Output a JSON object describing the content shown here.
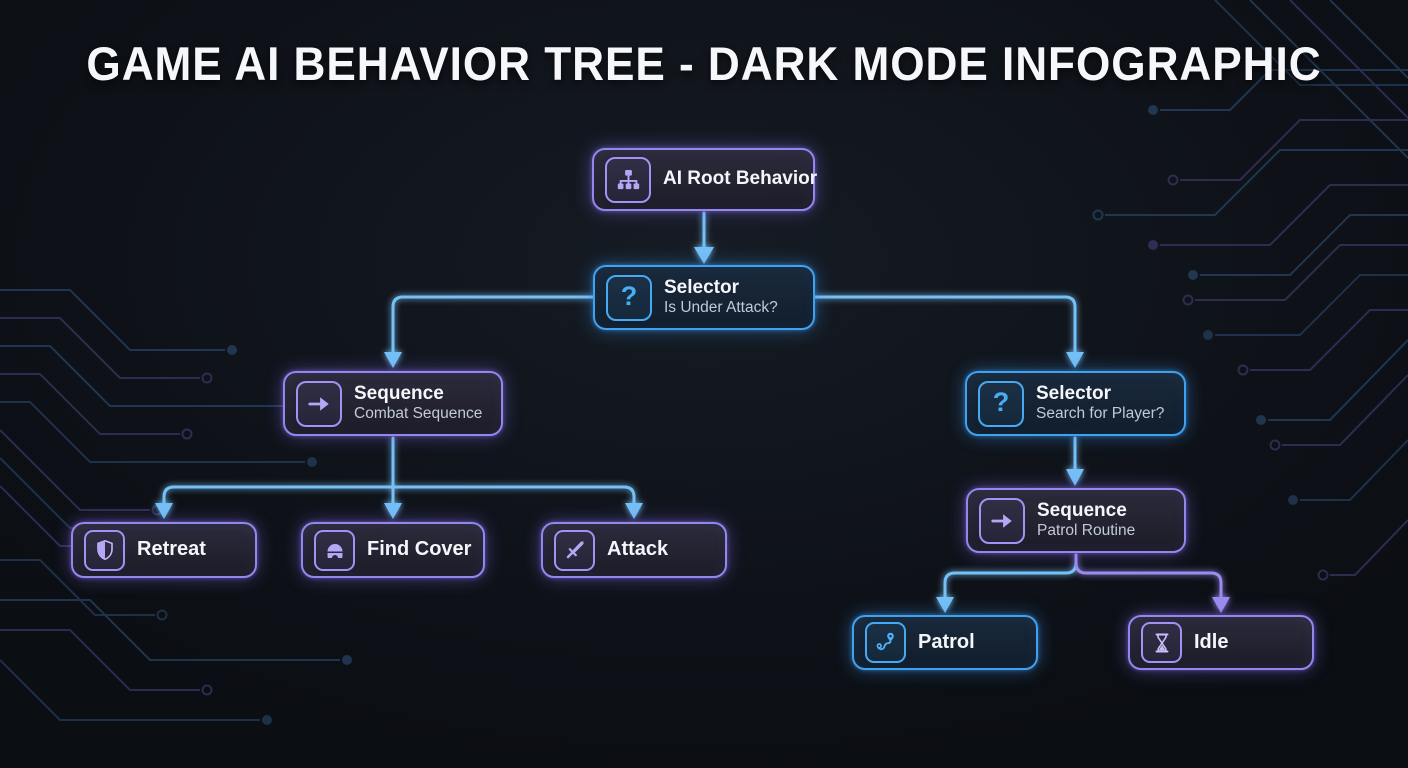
{
  "title": "GAME AI BEHAVIOR TREE - DARK MODE INFOGRAPHIC",
  "colors": {
    "background": "#10141b",
    "node_purple_border": "#9486ec",
    "node_blue_border": "#3fa2ef",
    "icon_purple": "#b4a7f6",
    "icon_blue": "#4fb0f5",
    "connector_blue": "#74c0f6",
    "connector_purple": "#9b8cf0",
    "title_text": "#f5f7fa",
    "subtitle_text": "#c2cad8"
  },
  "glyphs": {
    "question": "?"
  },
  "nodes": [
    {
      "id": "ai-root",
      "icon": "hierarchy-icon",
      "theme": "purple",
      "title": "AI Root Behavior",
      "subtitle": ""
    },
    {
      "id": "selector-under-attack",
      "icon": "question-icon",
      "theme": "blue",
      "title": "Selector",
      "subtitle": "Is Under Attack?"
    },
    {
      "id": "sequence-combat",
      "icon": "arrow-right-icon",
      "theme": "purple",
      "title": "Sequence",
      "subtitle": "Combat Sequence"
    },
    {
      "id": "selector-search-player",
      "icon": "question-icon",
      "theme": "blue",
      "title": "Selector",
      "subtitle": "Search for Player?"
    },
    {
      "id": "retreat",
      "icon": "shield-icon",
      "theme": "purple",
      "title": "Retreat",
      "subtitle": ""
    },
    {
      "id": "find-cover",
      "icon": "dome-cover-icon",
      "theme": "purple",
      "title": "Find Cover",
      "subtitle": ""
    },
    {
      "id": "attack",
      "icon": "sword-icon",
      "theme": "purple",
      "title": "Attack",
      "subtitle": ""
    },
    {
      "id": "sequence-patrol",
      "icon": "arrow-right-icon",
      "theme": "purple",
      "title": "Sequence",
      "subtitle": "Patrol Routine"
    },
    {
      "id": "patrol",
      "icon": "route-icon",
      "theme": "blue",
      "title": "Patrol",
      "subtitle": ""
    },
    {
      "id": "idle",
      "icon": "hourglass-icon",
      "theme": "purple",
      "title": "Idle",
      "subtitle": ""
    }
  ],
  "edges": [
    {
      "from": "ai-root",
      "to": "selector-under-attack"
    },
    {
      "from": "selector-under-attack",
      "to": "sequence-combat"
    },
    {
      "from": "selector-under-attack",
      "to": "selector-search-player"
    },
    {
      "from": "sequence-combat",
      "to": "retreat"
    },
    {
      "from": "sequence-combat",
      "to": "find-cover"
    },
    {
      "from": "sequence-combat",
      "to": "attack"
    },
    {
      "from": "selector-search-player",
      "to": "sequence-patrol"
    },
    {
      "from": "sequence-patrol",
      "to": "patrol"
    },
    {
      "from": "sequence-patrol",
      "to": "idle"
    }
  ]
}
